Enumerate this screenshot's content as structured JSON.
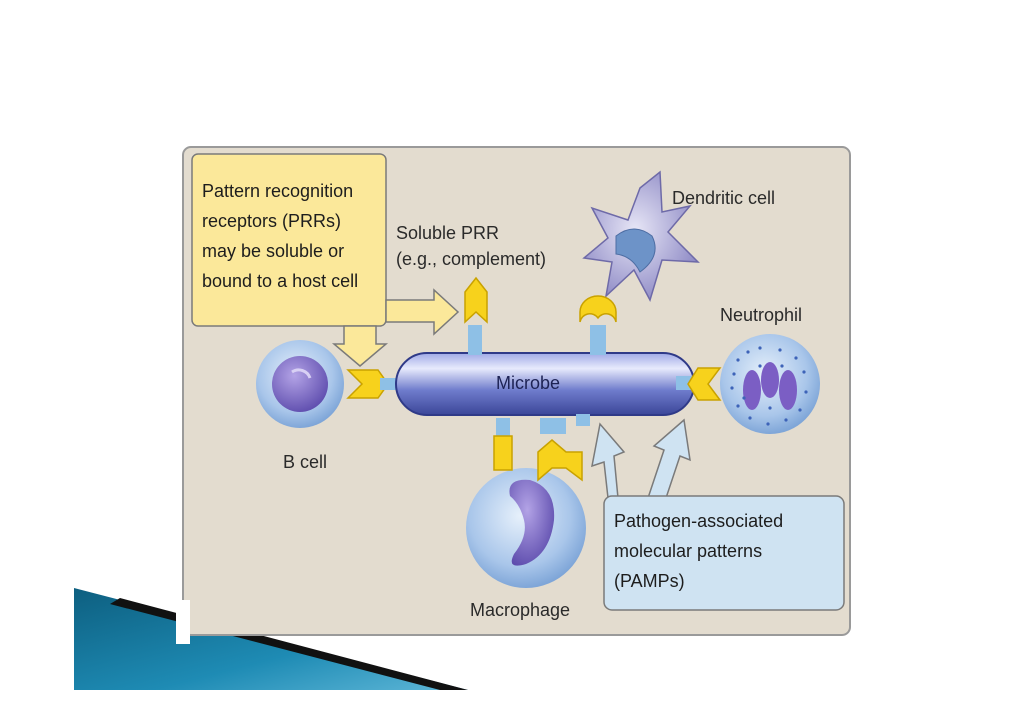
{
  "diagram": {
    "prr_callout": {
      "lines": [
        "Pattern recognition",
        "receptors (PRRs)",
        "may be soluble or",
        "bound to a host cell"
      ]
    },
    "pamp_callout": {
      "lines": [
        "Pathogen-associated",
        "molecular patterns",
        "(PAMPs)"
      ]
    },
    "labels": {
      "soluble_prr_line1": "Soluble PRR",
      "soluble_prr_line2": "(e.g., complement)",
      "dendritic_cell": "Dendritic cell",
      "neutrophil": "Neutrophil",
      "microbe": "Microbe",
      "b_cell": "B cell",
      "macrophage": "Macrophage"
    },
    "colors": {
      "panel_bg": "#e3dccf",
      "callout_yellow": "#fbe89a",
      "callout_blue": "#cfe3f2",
      "receptor_yellow": "#f7d21c",
      "pamp_blue": "#8ec0e6",
      "microbe_body": "#5f6fc0",
      "slide_accent": "#1b7fa6"
    }
  }
}
